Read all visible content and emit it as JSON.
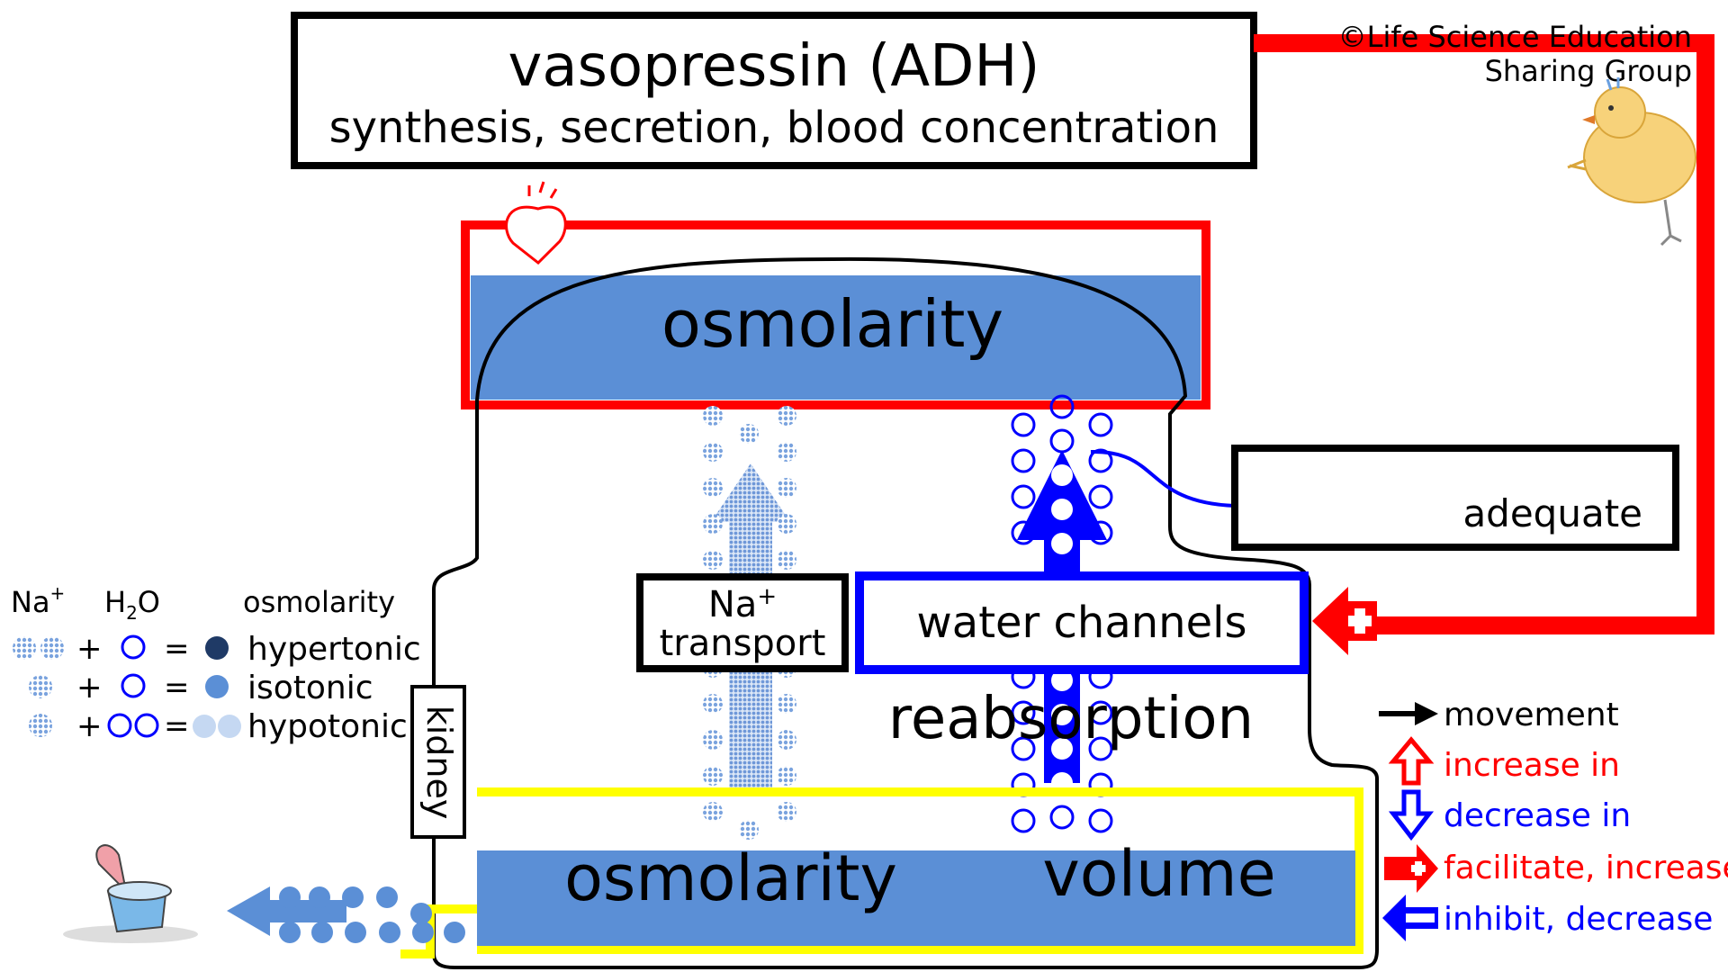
{
  "header": {
    "title": "vasopressin (ADH)",
    "subtitle": "synthesis, secretion, blood concentration"
  },
  "copyright": {
    "line1": "©Life Science Education",
    "line2": "Sharing Group"
  },
  "blood": {
    "label": "osmolarity"
  },
  "urine": {
    "osmolarity_label": "osmolarity",
    "volume_label": "volume"
  },
  "kidney": {
    "label": "kidney"
  },
  "na_transport": {
    "line1": "Na",
    "sup": "+",
    "line2": "transport"
  },
  "water_channels": {
    "label": "water channels"
  },
  "reabsorption": {
    "label": "reabsorption"
  },
  "adequate_box": {
    "label": "adequate"
  },
  "ion_legend": {
    "na_header": "Na",
    "na_sup": "+",
    "h2o_h": "H",
    "h2o_sub": "2",
    "h2o_o": "O",
    "osm_header": "osmolarity",
    "plus": "+",
    "equals": "=",
    "rows": [
      "hypertonic",
      "isotonic",
      "hypotonic"
    ]
  },
  "arrow_legend": {
    "movement": "movement",
    "increase": "increase in",
    "decrease": "decrease in",
    "facilitate": "facilitate, increase",
    "inhibit": "inhibit, decrease"
  },
  "colors": {
    "red": "#ff0000",
    "blue": "#0000ff",
    "yellow": "#ffff00",
    "fluid": "#5b8fd6",
    "dot": "#7aa3de",
    "dark_dot": "#1f3a66",
    "light_dot": "#c5d8f2"
  }
}
